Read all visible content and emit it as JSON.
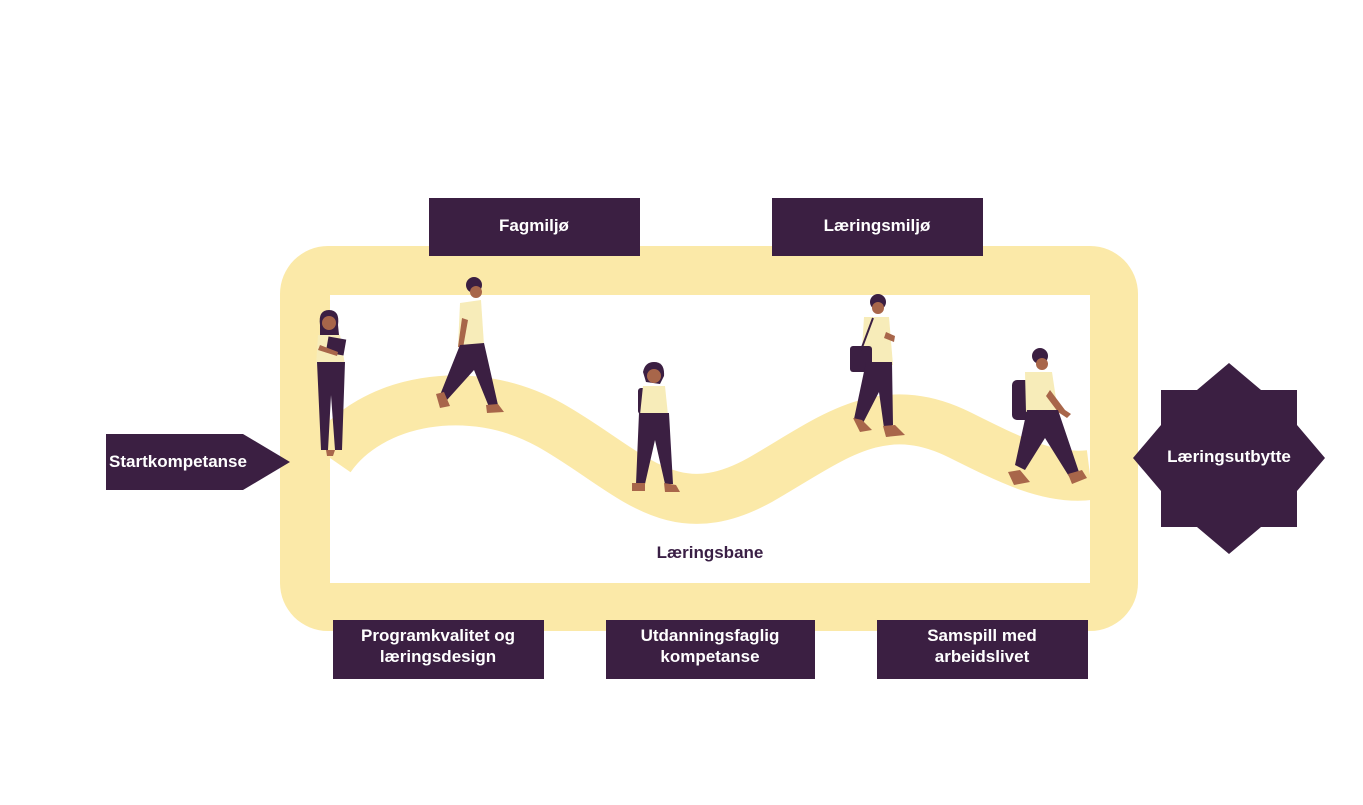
{
  "colors": {
    "frame": "#fbe9a8",
    "box": "#3b1f42",
    "box_text": "#ffffff",
    "path_label": "#3a1f45",
    "figure_top": "#f7ecb9",
    "figure_pants": "#3b1f42",
    "figure_skin": "#a8664a",
    "background": "#ffffff"
  },
  "top_boxes": {
    "fagmiljo": "Fagmiljø",
    "laeringsmiljo": "Læringsmiljø"
  },
  "bottom_boxes": {
    "programkvalitet": [
      "Programkvalitet og",
      "læringsdesign"
    ],
    "utdanningsfaglig": [
      "Utdanningsfaglig",
      "kompetanse"
    ],
    "samspill": [
      "Samspill med",
      "arbeidslivet"
    ]
  },
  "start": "Startkompetanse",
  "end": "Læringsutbytte",
  "path_label": "Læringsbane",
  "figures": [
    "person-woman-holding-book",
    "person-walking",
    "person-with-backpack",
    "person-with-shoulder-bag",
    "person-walking-with-backpack"
  ]
}
